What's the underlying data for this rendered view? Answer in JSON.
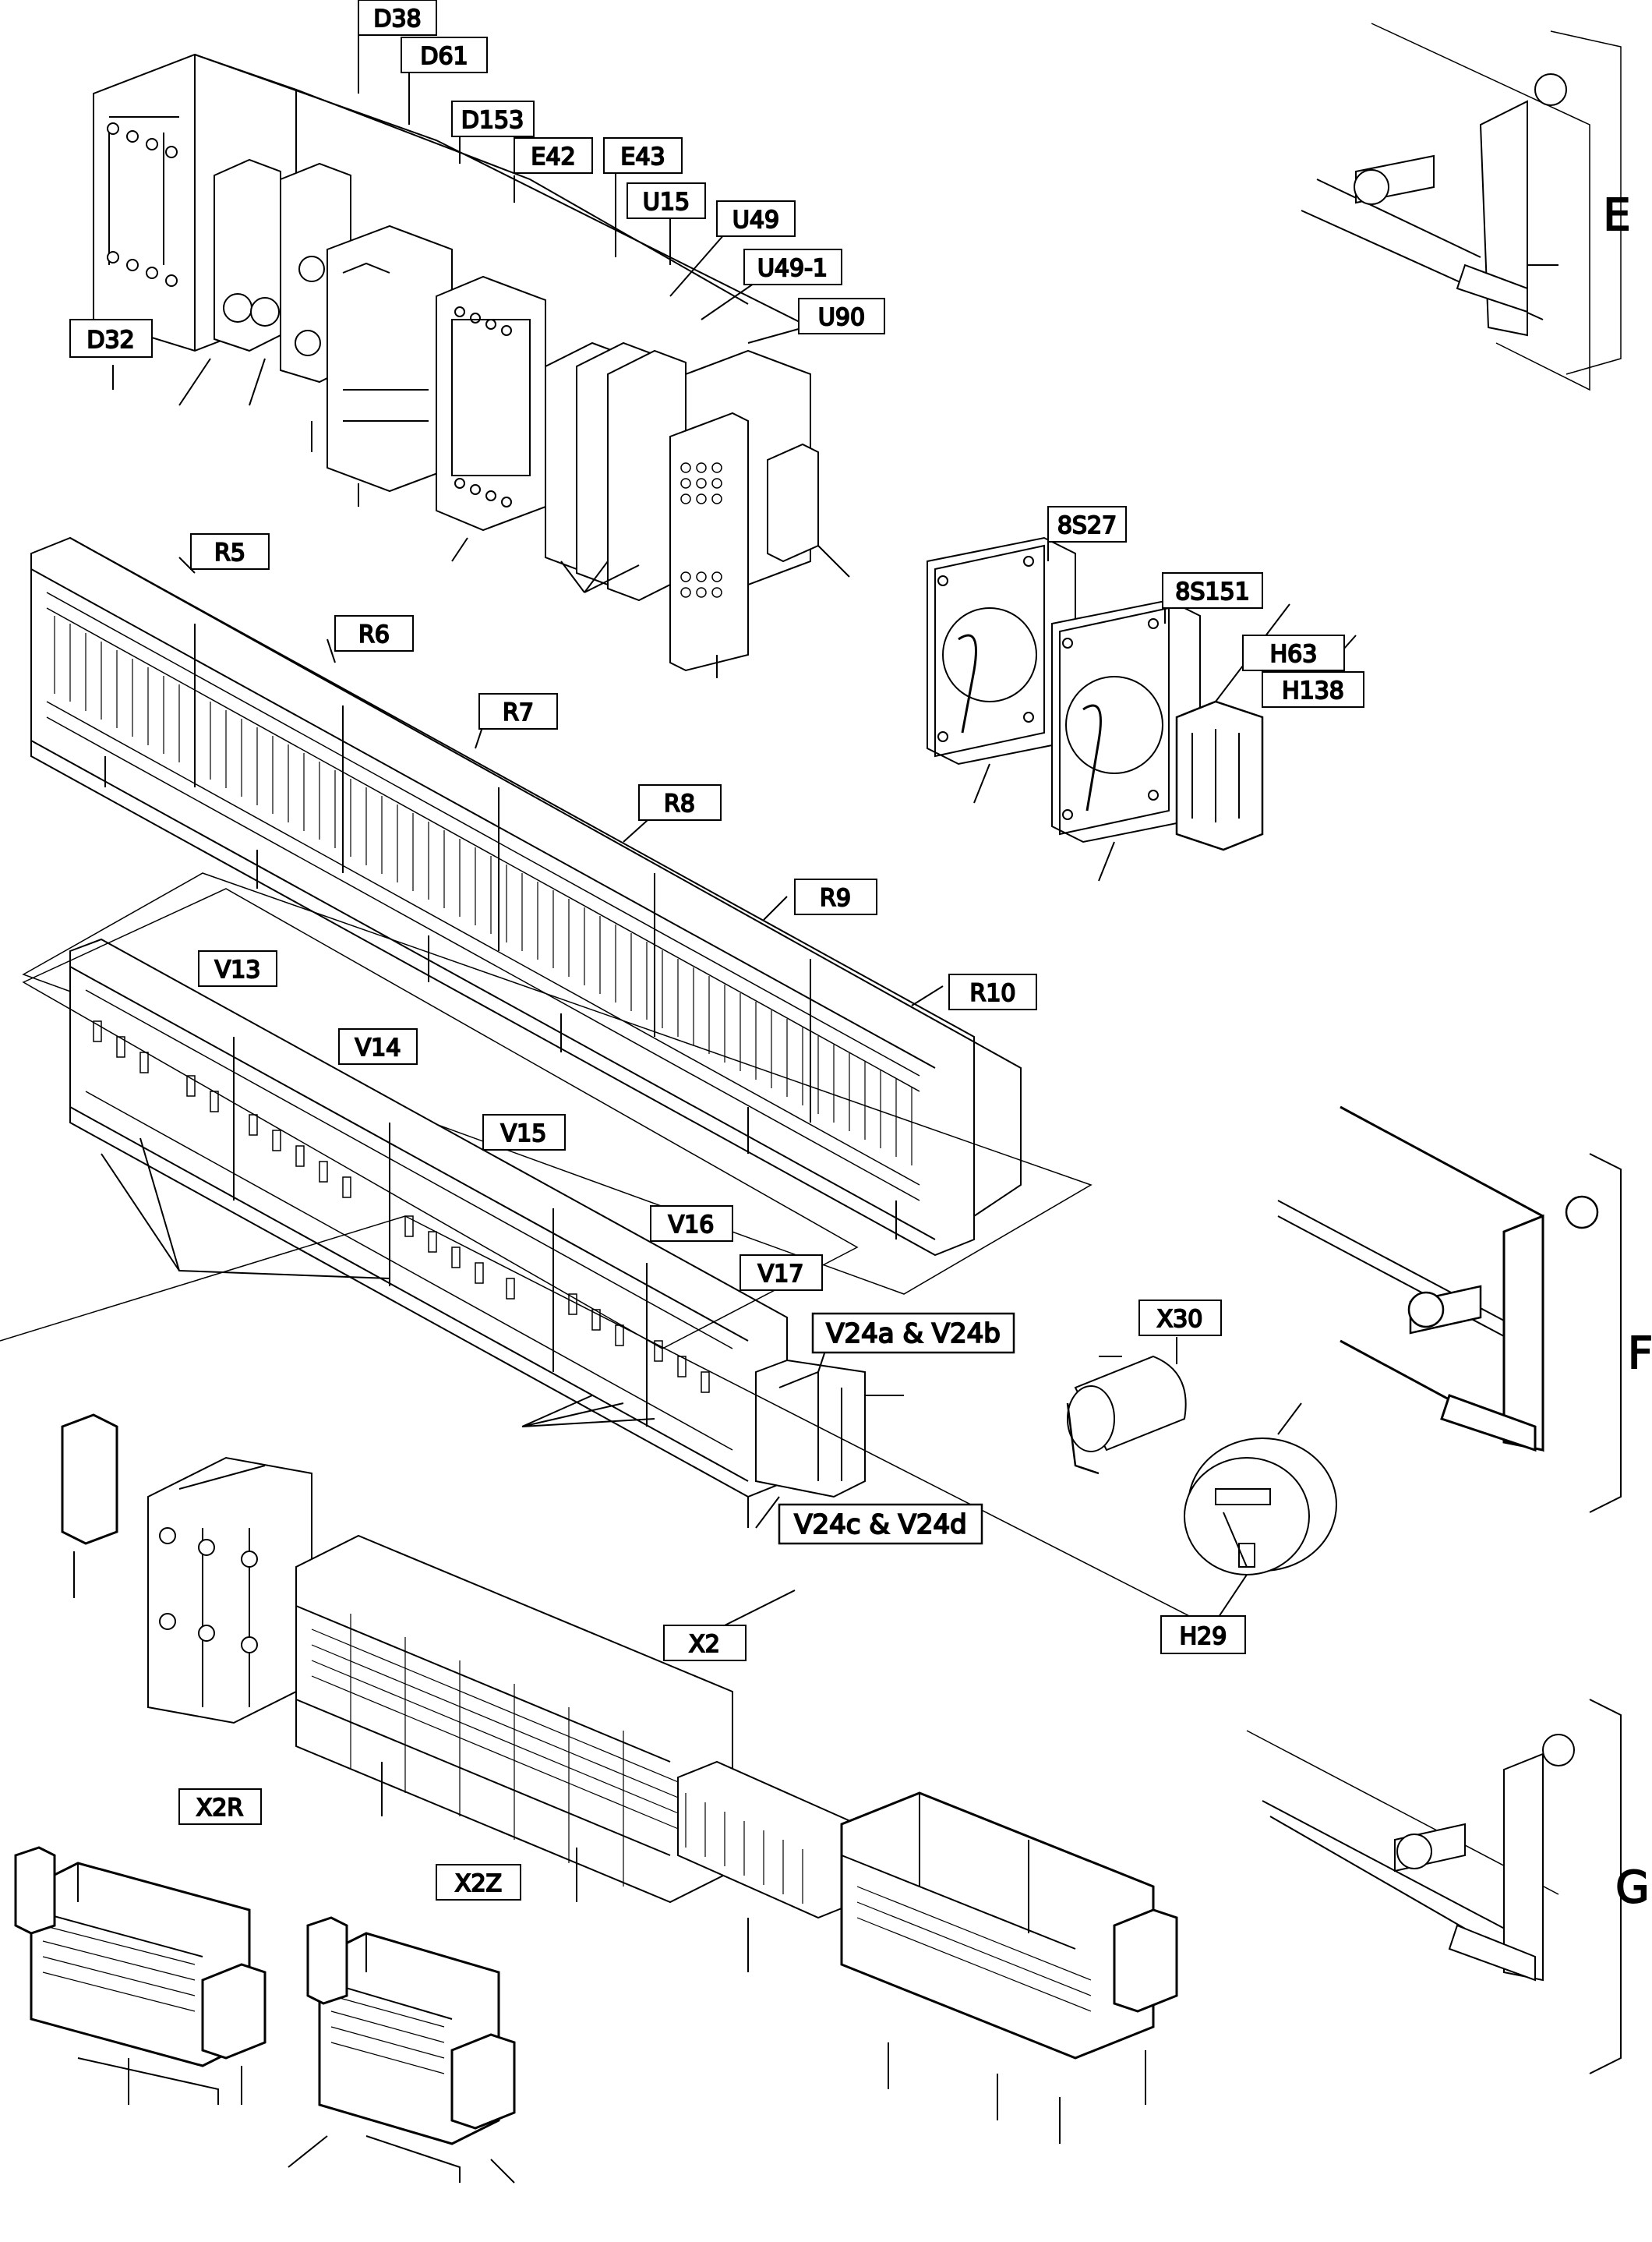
{
  "labels": {
    "D38": "D38",
    "D61": "D61",
    "D153": "D153",
    "E42": "E42",
    "E43": "E43",
    "U15": "U15",
    "U49": "U49",
    "U49_1": "U49-1",
    "U90": "U90",
    "D32": "D32",
    "R5": "R5",
    "R6": "R6",
    "R7": "R7",
    "R8": "R8",
    "R9": "R9",
    "R10": "R10",
    "S27": "8S27",
    "S151": "8S151",
    "H63": "H63",
    "H138": "H138",
    "V13": "V13",
    "V14": "V14",
    "V15": "V15",
    "V16": "V16",
    "V17": "V17",
    "V24ab": "V24a & V24b",
    "V24cd": "V24c & V24d",
    "X30": "X30",
    "H29": "H29",
    "X2": "X2",
    "X2R": "X2R",
    "X2Z": "X2Z"
  },
  "groups": {
    "E": "E",
    "F": "F",
    "G": "G"
  }
}
